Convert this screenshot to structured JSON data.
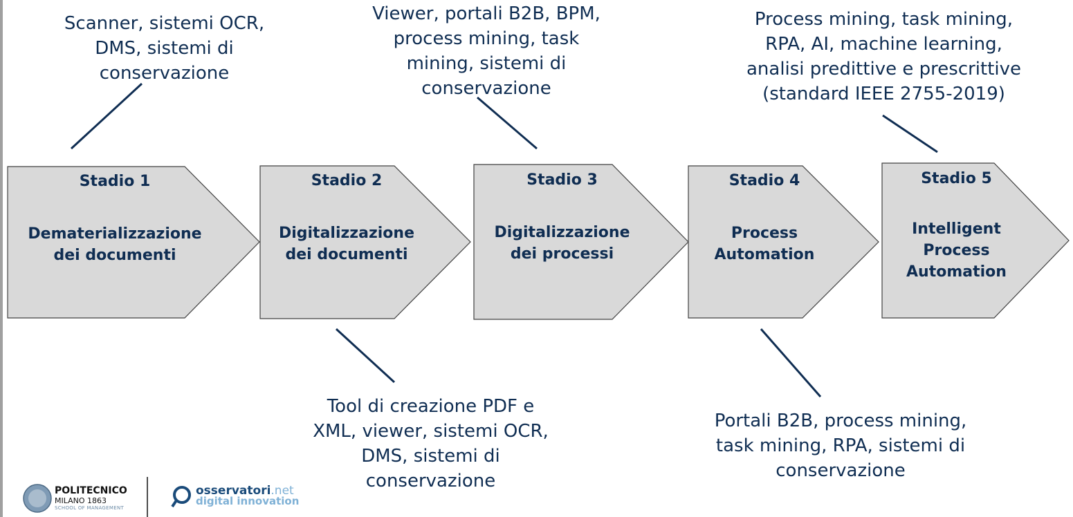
{
  "stages": [
    {
      "number": "Stadio 1",
      "name": [
        "Dematerializzazione",
        "dei documenti"
      ]
    },
    {
      "number": "Stadio 2",
      "name": [
        "Digitalizzazione",
        "dei documenti"
      ]
    },
    {
      "number": "Stadio 3",
      "name": [
        "Digitalizzazione",
        "dei processi"
      ]
    },
    {
      "number": "Stadio 4",
      "name": [
        "Process",
        "Automation"
      ]
    },
    {
      "number": "Stadio 5",
      "name": [
        "Intelligent",
        "Process",
        "Automation"
      ]
    }
  ],
  "notes": {
    "stage1": [
      "Scanner, sistemi OCR,",
      "DMS, sistemi di",
      "conservazione"
    ],
    "stage2": [
      "Tool di creazione PDF e",
      "XML, viewer, sistemi OCR,",
      "DMS, sistemi di",
      "conservazione"
    ],
    "stage3": [
      "Viewer, portali B2B, BPM,",
      "process mining, task",
      "mining, sistemi di",
      "conservazione"
    ],
    "stage4": [
      "Portali B2B, process mining,",
      "task mining, RPA, sistemi di",
      "conservazione"
    ],
    "stage5": [
      "Process mining, task mining,",
      "RPA, AI, machine learning,",
      "analisi predittive e prescrittive",
      "(standard IEEE 2755-2019)"
    ]
  },
  "footer": {
    "politecnico": {
      "title": "POLITECNICO",
      "sub": "MILANO 1863",
      "school": "SCHOOL OF MANAGEMENT"
    },
    "osservatori": {
      "name": "osservatori",
      "tld": ".net",
      "tagline": "digital innovation"
    }
  },
  "colors": {
    "text": "#0f2d52",
    "shape_fill": "#d9d9d9",
    "shape_stroke": "#404040"
  }
}
